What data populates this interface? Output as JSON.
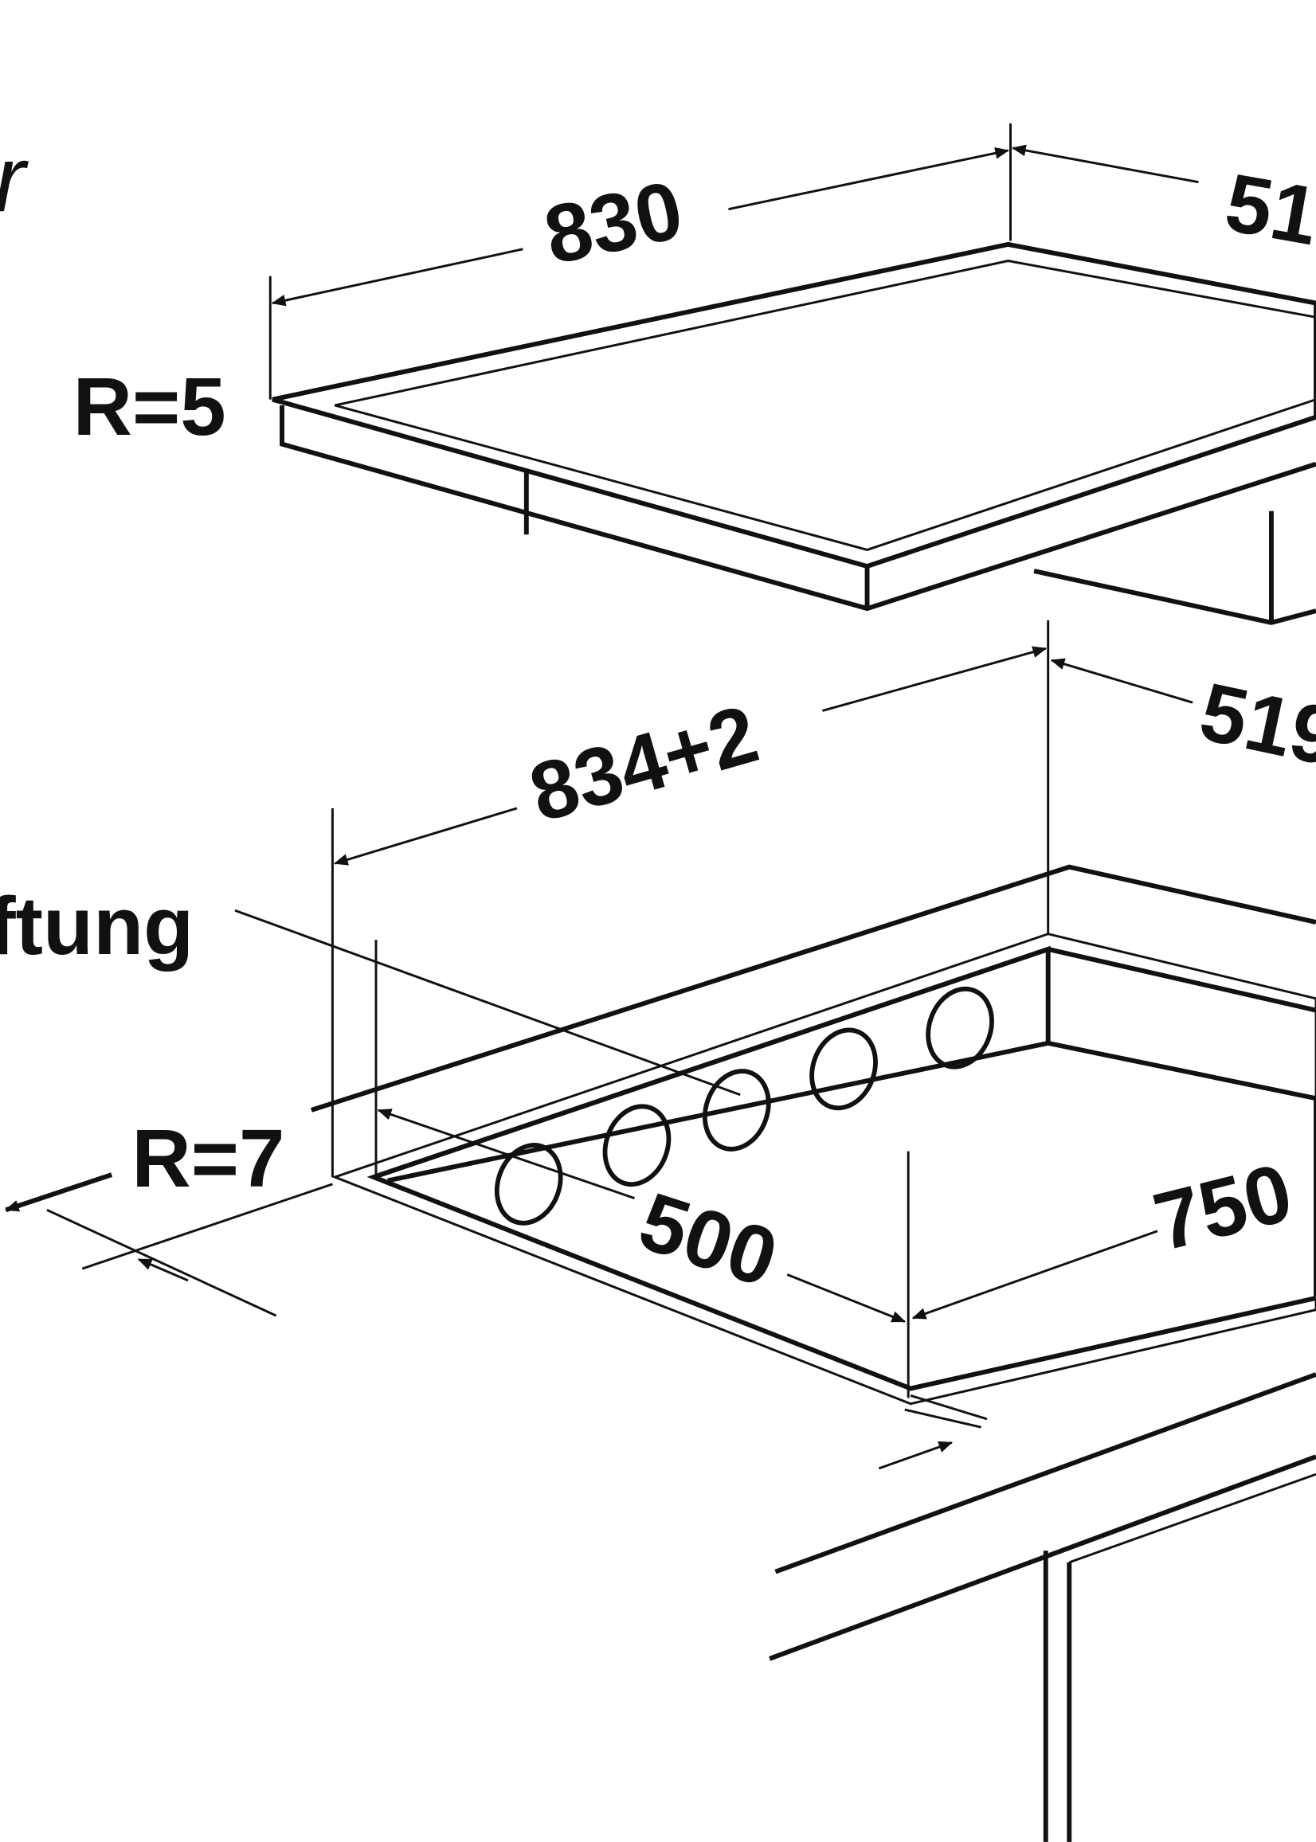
{
  "diagram": {
    "labels": {
      "partial_top": "r",
      "hob_width": "830",
      "hob_depth_partial": "51",
      "hob_radius": "R=5",
      "cutout_width": "834+2",
      "cutout_depth_partial": "519",
      "ventilation_partial": "ftung",
      "cutout_radius": "R=7",
      "inner_500": "500",
      "inner_750": "750"
    },
    "line_color": "#111111",
    "background": "#ffffff"
  }
}
